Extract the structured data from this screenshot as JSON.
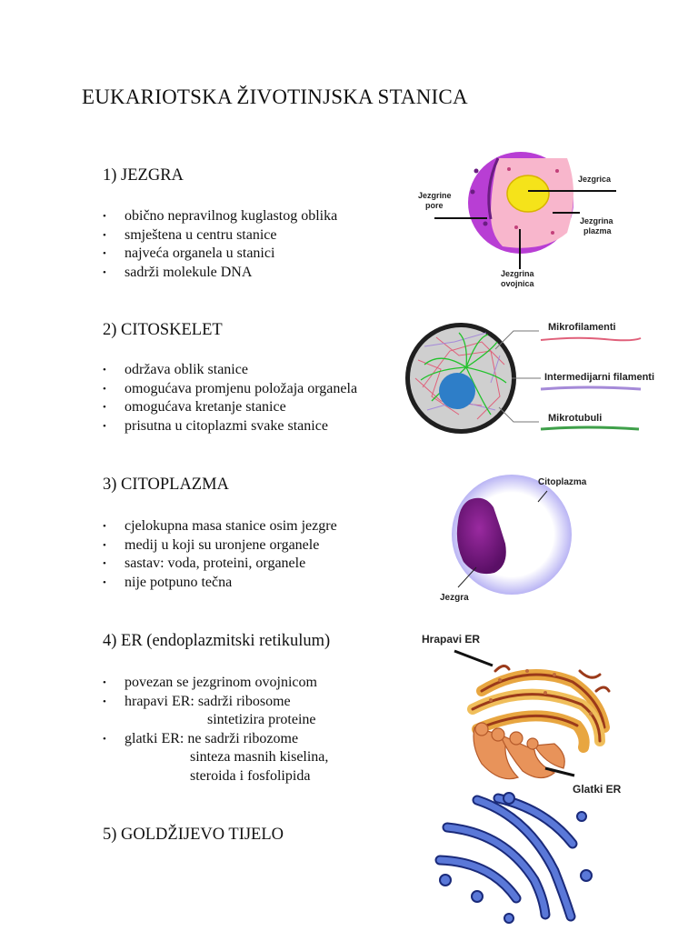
{
  "title": "EUKARIOTSKA ŽIVOTINJSKA STANICA",
  "sections": [
    {
      "heading": "1) JEZGRA",
      "bullets": [
        "obično nepravilnog kuglastog oblika",
        "smještena u centru stanice",
        "najveća organela u stanici",
        "sadrži molekule DNA"
      ],
      "figure_labels": {
        "nucleolus": "Jezgrica",
        "pores_1": "Jezgrine",
        "pores_2": "pore",
        "plasma_1": "Jezgrina",
        "plasma_2": "plazma",
        "envelope_1": "Jezgrina",
        "envelope_2": "ovojnica"
      }
    },
    {
      "heading": "2) CITOSKELET",
      "bullets": [
        "održava oblik stanice",
        "omogućava promjenu položaja organela",
        "omogućava kretanje stanice",
        "prisutna u citoplazmi svake stanice"
      ],
      "figure_labels": {
        "microfilaments": "Mikrofilamenti",
        "intermediate": "Intermedijarni filamenti",
        "microtubules": "Mikrotubuli"
      }
    },
    {
      "heading": "3) CITOPLAZMA",
      "bullets": [
        "cjelokupna masa stanice osim jezgre",
        "medij u koji su uronjene organele",
        "sastav: voda, proteini, organele",
        "nije potpuno tečna"
      ],
      "figure_labels": {
        "cytoplasm": "Citoplazma",
        "nucleus": "Jezgra"
      }
    },
    {
      "heading": "4) ER (endoplazmitski retikulum)",
      "bullets": [
        {
          "text": "povezan se jezgrinom ovojnicom"
        },
        {
          "text": "hrapavi ER: sadrži ribosome",
          "cont": [
            "sintetizira proteine"
          ]
        },
        {
          "text": "glatki ER: ne sadrži ribozome",
          "cont": [
            "sinteza masnih kiselina,",
            "steroida i fosfolipida"
          ]
        }
      ],
      "figure_labels": {
        "rough": "Hrapavi ER",
        "smooth": "Glatki ER"
      }
    },
    {
      "heading": "5) GOLDŽIJEVO TIJELO"
    }
  ],
  "bullet_char": "•",
  "colors": {
    "membrane_purple": "#b83ed4",
    "nucleoplasm_pink": "#f4a8c0",
    "nucleolus_yellow": "#f5e31a",
    "cyto_nucleus_blue": "#2e7ec8",
    "microfilament": "#e0607a",
    "intermediate": "#a58ad8",
    "microtubule": "#3fa04a",
    "golgi_blue": "#5a78d8",
    "er_orange": "#e89a3c"
  }
}
